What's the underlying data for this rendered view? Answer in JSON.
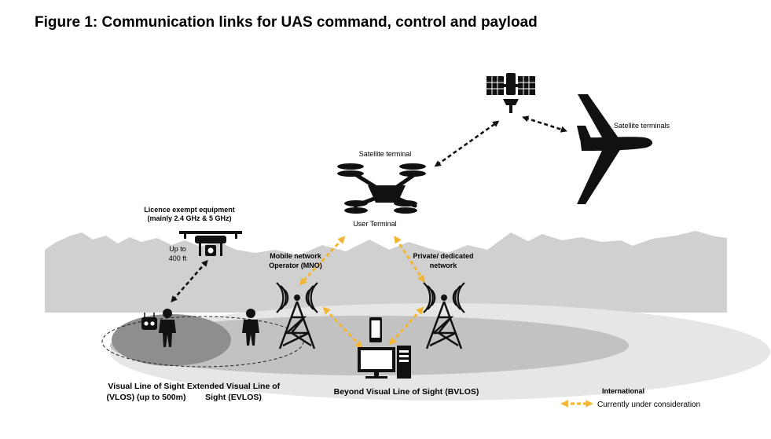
{
  "title": "Figure 1: Communication links for UAS command, control and payload",
  "labels": {
    "satellite_terminal": "Satellite terminal",
    "satellite_terminals": "Satellite terminals",
    "user_terminal": "User Terminal",
    "licence_line1": "Licence exempt equipment",
    "licence_line2": "(mainly 2.4 GHz & 5 GHz)",
    "upto_line1": "Up to",
    "upto_line2": "400 ft",
    "mno_line1": "Mobile network",
    "mno_line2": "Operator (MNO)",
    "private_line1": "Private/ dedicated",
    "private_line2": "network",
    "vlos_line1": "Visual Line of Sight",
    "vlos_line2": "(VLOS) (up to 500m)",
    "evlos_line1": "Extended Visual Line of",
    "evlos_line2": "Sight (EVLOS)",
    "bvlos": "Beyond Visual Line of Sight (BVLOS)"
  },
  "legend": {
    "heading": "International",
    "item": "Currently under consideration",
    "arrow_color": "#f2b632"
  },
  "colors": {
    "mountains": "#d0d0d0",
    "ground_outer": "#e6e6e6",
    "ground_mid": "#c2c2c2",
    "ground_inner": "#8e8e8e",
    "black_arrow": "#111111",
    "yellow_arrow": "#f2b632"
  },
  "icons": [
    "satellite-icon",
    "airplane-icon",
    "quadcopter-icon",
    "camera-drone-icon",
    "radio-controller-icon",
    "person-icon",
    "cell-tower-icon",
    "computer-icon",
    "phone-icon"
  ]
}
